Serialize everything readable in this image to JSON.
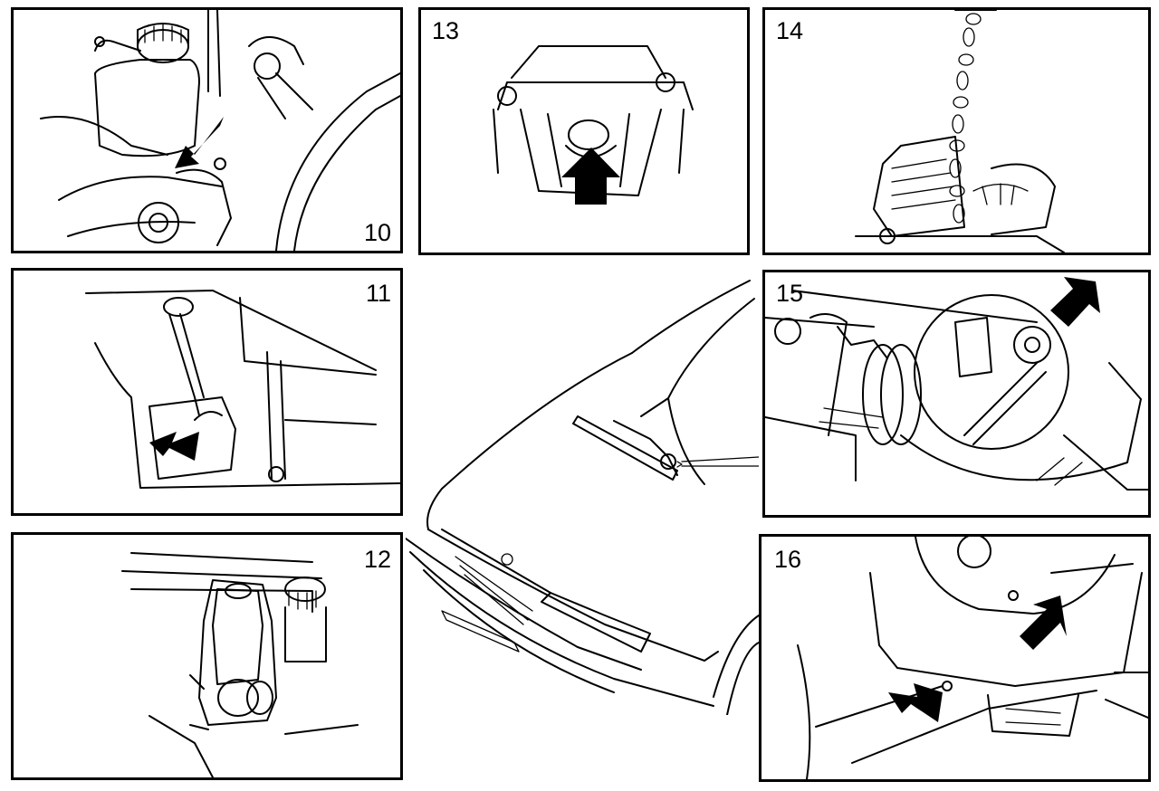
{
  "figure": {
    "panels": [
      {
        "label": "10"
      },
      {
        "label": "11"
      },
      {
        "label": "12"
      },
      {
        "label": "13"
      },
      {
        "label": "14"
      },
      {
        "label": "15"
      },
      {
        "label": "16"
      }
    ]
  },
  "colors": {
    "ink": "#000000",
    "paper": "#ffffff"
  }
}
